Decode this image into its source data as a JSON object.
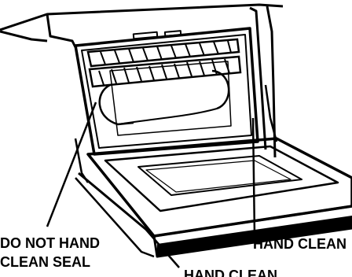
{
  "labels": {
    "do_not_hand_clean_line1": "DO NOT HAND",
    "do_not_hand_clean_line2": "CLEAN SEAL",
    "hand_clean_right": "HAND CLEAN",
    "hand_clean_bottom": "HAND CLEAN"
  },
  "colors": {
    "ink": "#000000",
    "paper": "#ffffff"
  }
}
